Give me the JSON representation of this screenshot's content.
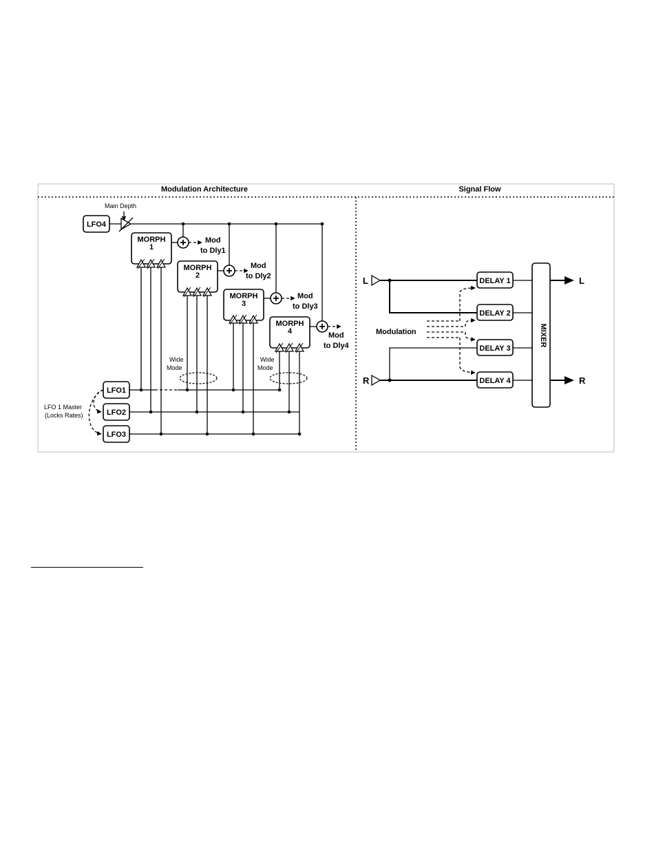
{
  "headers": {
    "left": "Modulation Architecture",
    "right": "Signal Flow"
  },
  "modulation": {
    "main_depth": "Main Depth",
    "lfos": [
      "LFO1",
      "LFO2",
      "LFO3",
      "LFO4"
    ],
    "morphs": [
      {
        "title": "MORPH",
        "number": "1",
        "mod": "Mod",
        "dest": "to Dly1"
      },
      {
        "title": "MORPH",
        "number": "2",
        "mod": "Mod",
        "dest": "to Dly2"
      },
      {
        "title": "MORPH",
        "number": "3",
        "mod": "Mod",
        "dest": "to Dly3"
      },
      {
        "title": "MORPH",
        "number": "4",
        "mod": "Mod",
        "dest": "to Dly4"
      }
    ],
    "wide_mode": [
      "Wide",
      "Mode"
    ],
    "lfo_master": [
      "LFO 1 Master",
      "(Locks Rates)"
    ]
  },
  "signal_flow": {
    "inputs": [
      "L",
      "R"
    ],
    "outputs": [
      "L",
      "R"
    ],
    "delays": [
      "DELAY 1",
      "DELAY 2",
      "DELAY 3",
      "DELAY 4"
    ],
    "mixer": "MIXER",
    "modulation": "Modulation"
  }
}
